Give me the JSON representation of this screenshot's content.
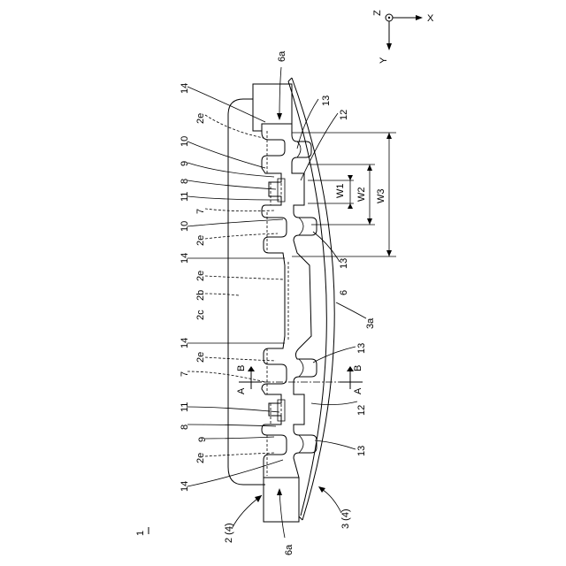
{
  "axes": {
    "z": "Z",
    "x": "X",
    "y": "Y"
  },
  "labels": {
    "fig_ref": "1",
    "l_6a_top": "6a",
    "l_6a_bottom": "6a",
    "l_13_a": "13",
    "l_12_a": "12",
    "l_13_b": "13",
    "l_6": "6",
    "l_3a": "3a",
    "l_13_c": "13",
    "l_12_b": "12",
    "l_13_d": "13",
    "l_14_a": "14",
    "l_2e_a": "2e",
    "l_10_a": "10",
    "l_9_a": "9",
    "l_8_a": "8",
    "l_11_a": "11",
    "l_7_a": "7",
    "l_10_b": "10",
    "l_2e_b": "2e",
    "l_14_b": "14",
    "l_2e_c": "2e",
    "l_2b": "2b",
    "l_2c": "2c",
    "l_14_c": "14",
    "l_2e_d": "2e",
    "l_7_b": "7",
    "l_11_b": "11",
    "l_8_b": "8",
    "l_9_b": "9",
    "l_2e_e": "2e",
    "l_14_d": "14",
    "l_2_4": "2 (4)",
    "l_3_4": "3 (4)",
    "w1": "W1",
    "w2": "W2",
    "w3": "W3",
    "sec_a_left": "A",
    "sec_b_left": "B",
    "sec_a_right": "A",
    "sec_b_right": "B"
  }
}
